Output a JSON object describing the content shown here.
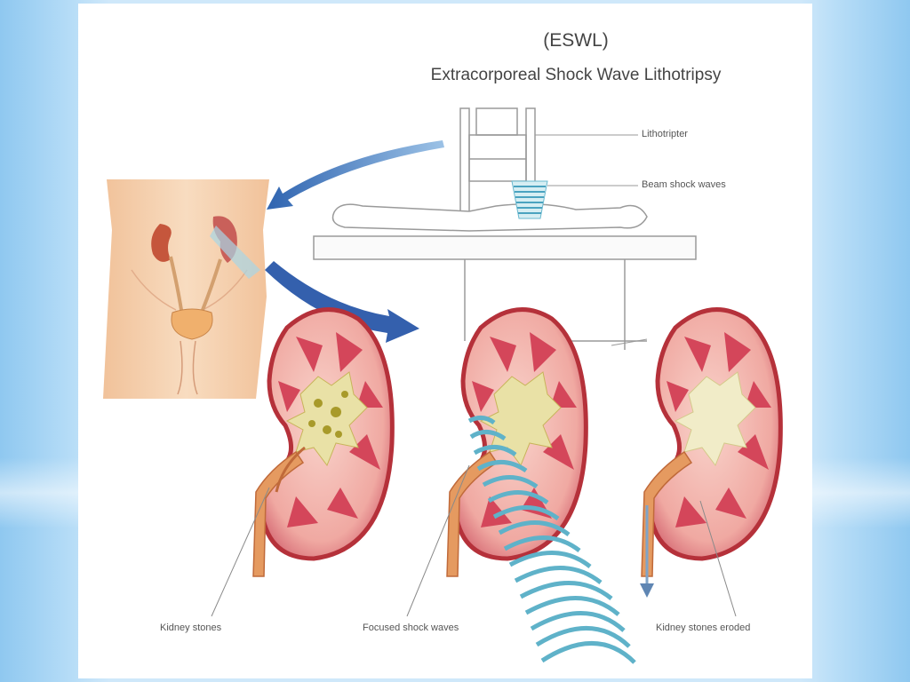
{
  "title": "(ESWL)",
  "subtitle": "Extracorporeal Shock Wave Lithotripsy",
  "labels": {
    "lithotripter": "Lithotripter",
    "beam": "Beam shock waves",
    "stones": "Kidney stones",
    "focused": "Focused shock waves",
    "eroded": "Kidney stones eroded"
  },
  "colors": {
    "skin": "#f6d2b0",
    "kidney_outer": "#f2b4ad",
    "kidney_rim": "#b5313a",
    "medulla": "#d4465a",
    "stone": "#e9e1a6",
    "arrow": "#3b6fb6",
    "wave": "#5fb2c9"
  }
}
